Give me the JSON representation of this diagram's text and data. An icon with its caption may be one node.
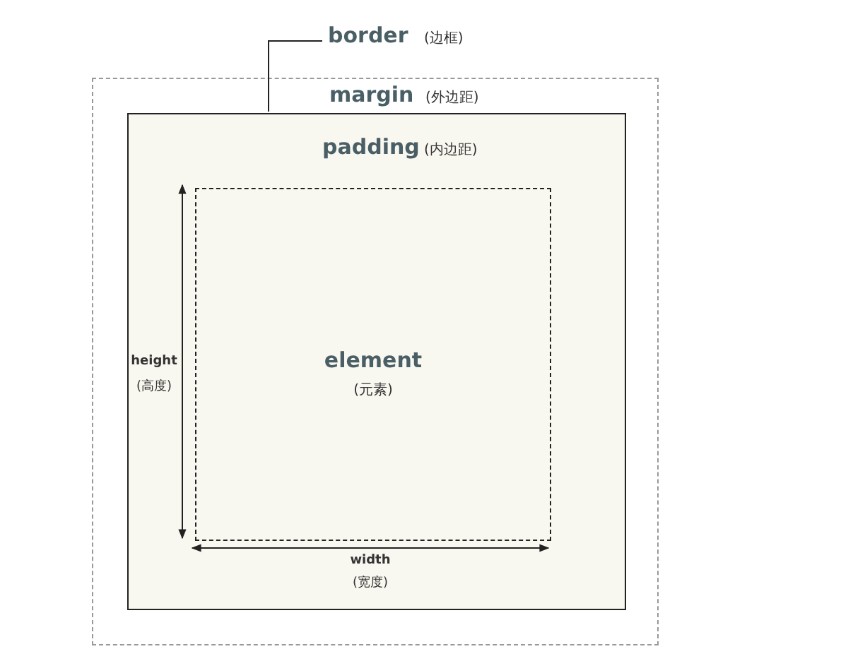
{
  "diagram": {
    "nodes": [
      {
        "text": [
          "margin",
          "(外边距)"
        ]
      },
      {
        "text": [
          "padding",
          "(内边距)"
        ],
        "in": 0
      },
      {
        "text": [
          "element",
          "(元素)"
        ],
        "in": 1
      },
      {
        "text": [
          "border",
          "(边框)"
        ]
      }
    ],
    "edges": [
      {
        "from": 3,
        "to": 1,
        "arrow": "none"
      }
    ],
    "labels": [
      "height",
      "(高度)",
      "width",
      "(宽度)"
    ]
  }
}
